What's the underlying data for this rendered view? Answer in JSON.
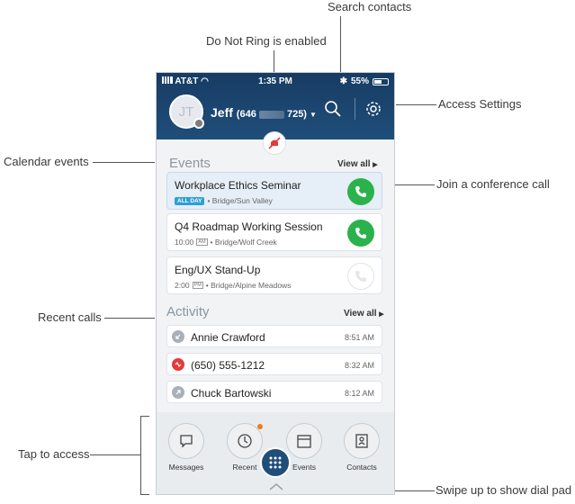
{
  "annotations": {
    "search_contacts": "Search contacts",
    "do_not_ring": "Do Not Ring is enabled",
    "access_settings": "Access Settings",
    "calendar_events": "Calendar  events",
    "join_conference": "Join a conference call",
    "recent_calls": "Recent calls",
    "tap_to_access": "Tap to access",
    "swipe_dial": "Swipe up to show dial pad"
  },
  "status_bar": {
    "carrier": "AT&T",
    "time": "1:35 PM",
    "battery": "55%"
  },
  "header": {
    "initials": "JT",
    "name": "Jeff",
    "number_prefix": "(646",
    "number_suffix": "725)"
  },
  "events": {
    "title": "Events",
    "view_all": "View all",
    "items": [
      {
        "title": "Workplace Ethics Seminar",
        "badge": "ALL DAY",
        "location": "• Bridge/Sun Valley",
        "active": true
      },
      {
        "title": "Q4 Roadmap Working Session",
        "time": "10:00",
        "ampm": "AM",
        "location": "• Bridge/Wolf Creek",
        "active": false
      },
      {
        "title": "Eng/UX Stand-Up",
        "time": "2:00",
        "ampm": "PM",
        "location": "• Bridge/Alpine Meadows",
        "active": false
      }
    ]
  },
  "activity": {
    "title": "Activity",
    "view_all": "View all",
    "items": [
      {
        "name": "Annie Crawford",
        "time": "8:51 AM",
        "type": "missed"
      },
      {
        "name": "(650) 555-1212",
        "time": "8:32 AM",
        "type": "voicemail"
      },
      {
        "name": "Chuck Bartowski",
        "time": "8:12 AM",
        "type": "outgoing"
      }
    ]
  },
  "tabs": {
    "messages": "Messages",
    "recent": "Recent",
    "events": "Events",
    "contacts": "Contacts"
  },
  "colors": {
    "header": "#1f4e7a",
    "call_green": "#2bb24c",
    "voicemail_red": "#e23b3b",
    "badge_blue": "#2e9fd8",
    "notif_orange": "#f07d1a"
  },
  "icons": [
    "search-icon",
    "gear-icon",
    "bluetooth-icon",
    "do-not-ring-icon",
    "phone-icon",
    "missed-call-icon",
    "voicemail-icon",
    "outgoing-call-icon",
    "messages-icon",
    "clock-icon",
    "calendar-icon",
    "contacts-icon",
    "dialpad-icon",
    "chevron-up-icon"
  ]
}
